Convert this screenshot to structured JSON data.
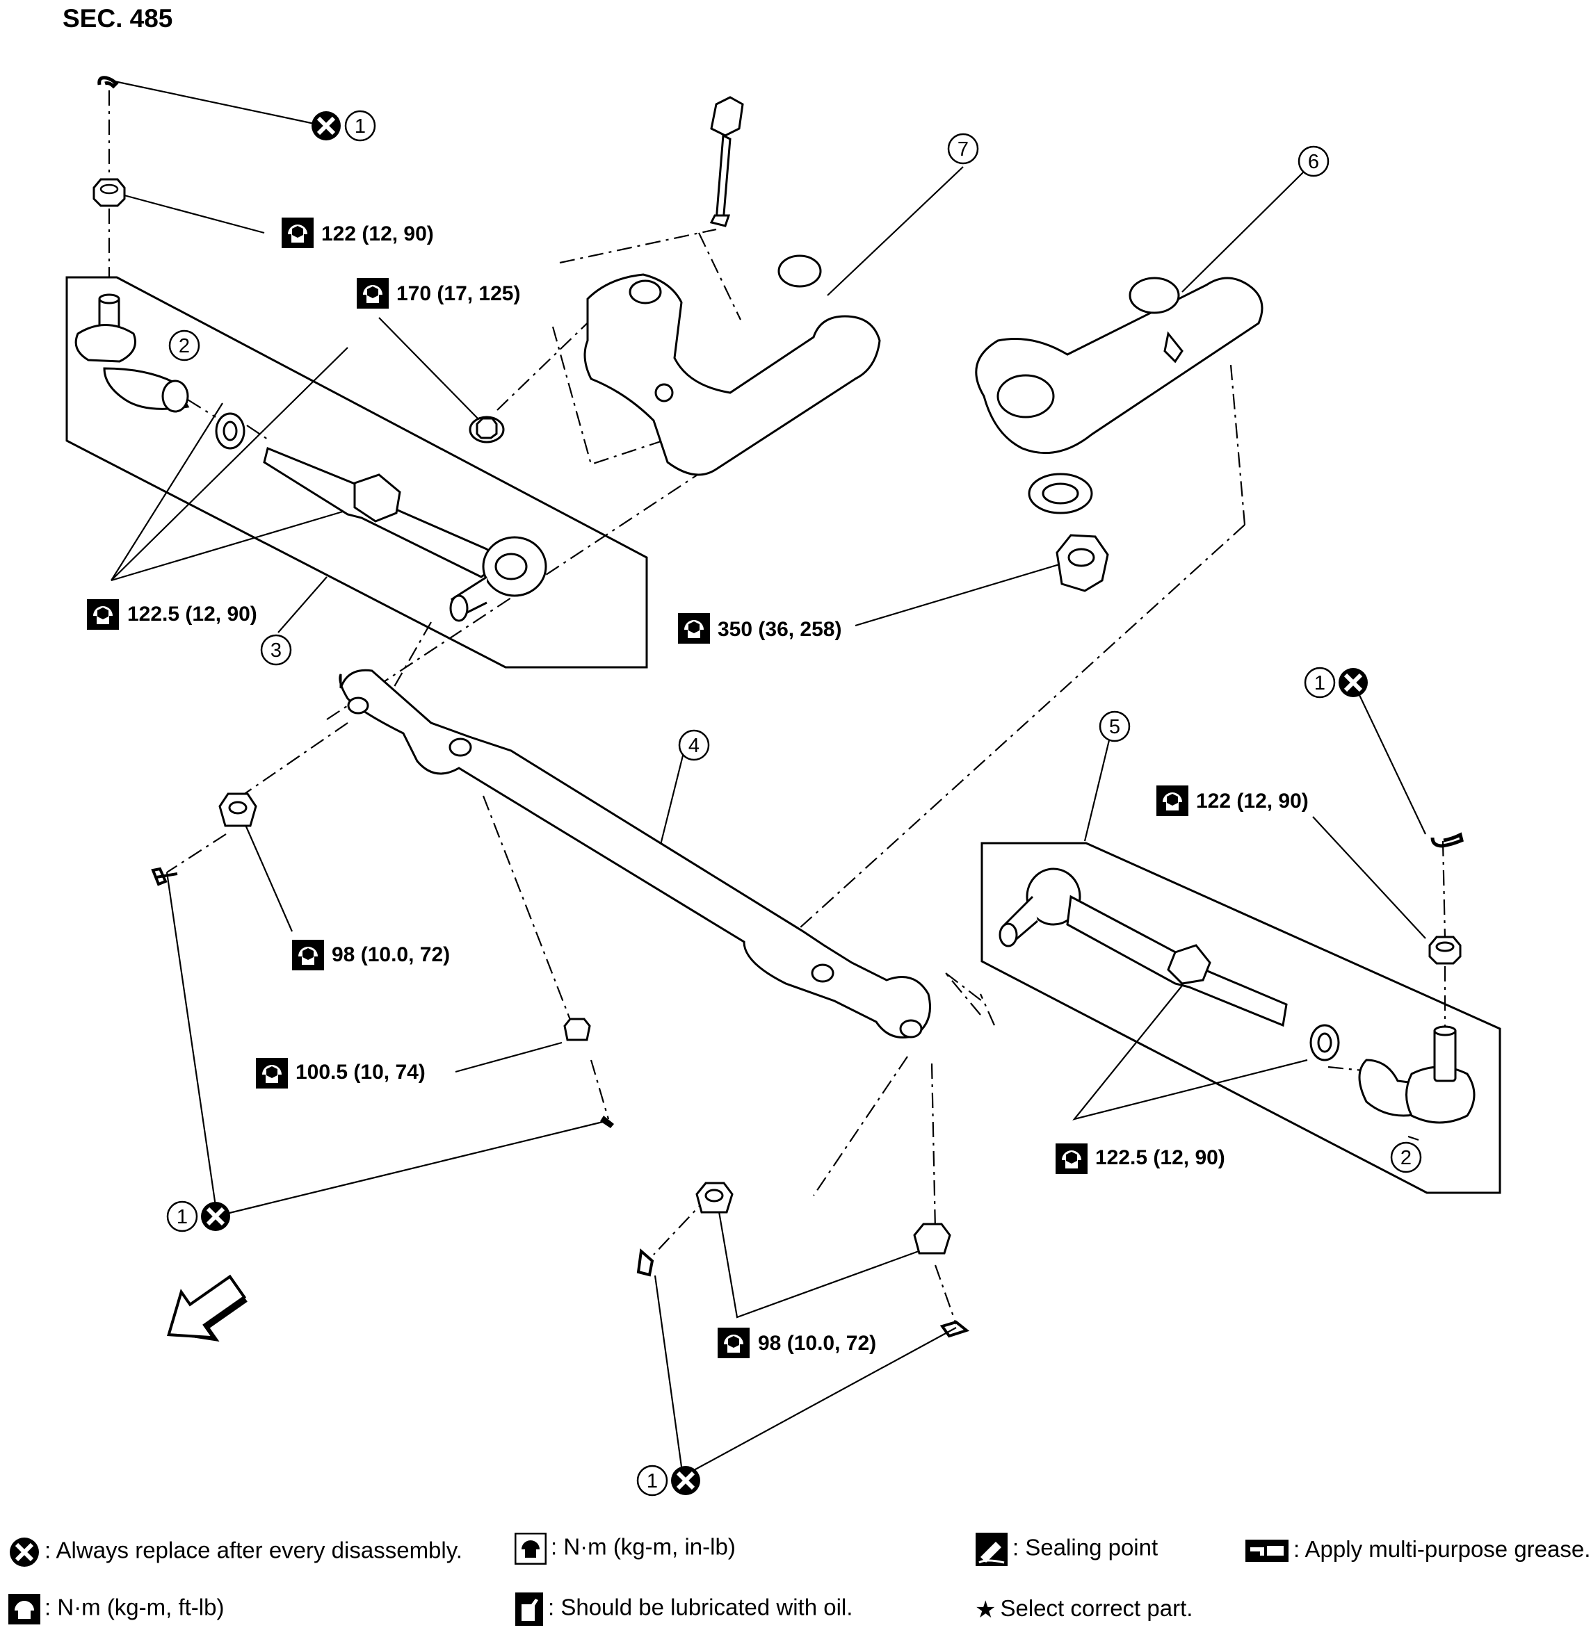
{
  "title": "SEC. 485",
  "callouts": [
    "1",
    "2",
    "3",
    "4",
    "5",
    "6",
    "7"
  ],
  "torques": {
    "t1": "122 (12, 90)",
    "t2": "170 (17, 125)",
    "t3": "122.5 (12, 90)",
    "t4": "350 (36, 258)",
    "t5": "122 (12, 90)",
    "t6": "98 (10.0, 72)",
    "t7": "100.5 (10, 74)",
    "t8": "122.5 (12, 90)",
    "t9": "98 (10.0, 72)"
  },
  "legend": {
    "replace": ": Always replace after every disassembly.",
    "nm_ftlb": ": N·m (kg-m, ft-lb)",
    "nm_inlb": ": N·m (kg-m, in-lb)",
    "oil": ": Should be lubricated with oil.",
    "sealing": ": Sealing point",
    "select": "Select correct part.",
    "grease": ": Apply multi-purpose grease."
  },
  "icons": [
    "replace-cross-icon",
    "torque-wrench-icon",
    "oil-can-icon",
    "sealant-icon",
    "grease-gun-icon",
    "star-icon",
    "front-arrow-icon"
  ]
}
